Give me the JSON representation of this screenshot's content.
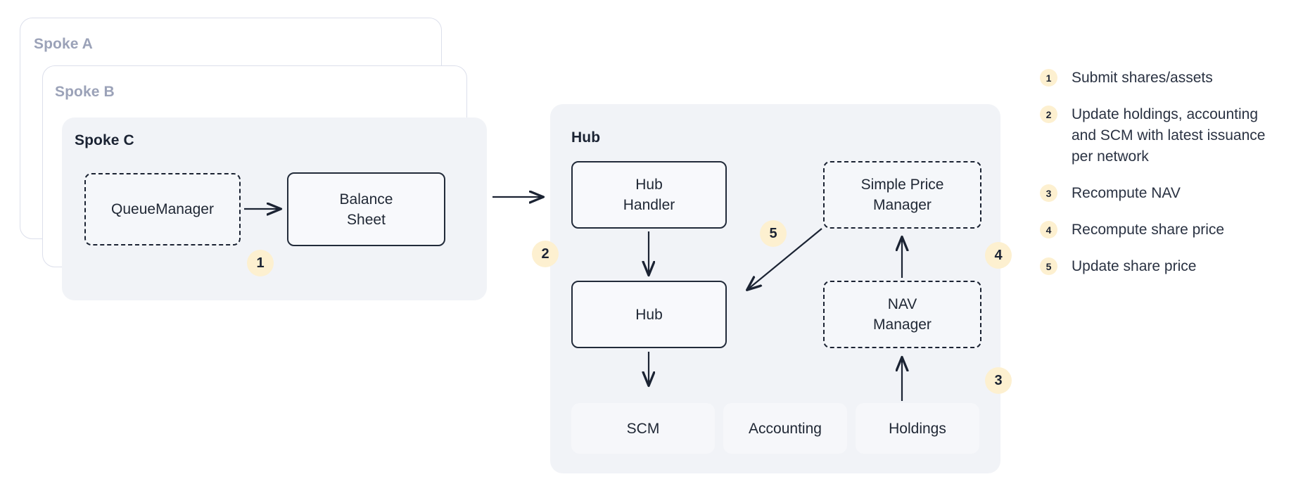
{
  "spokes": {
    "background_cards": [
      {
        "label": "Spoke A"
      },
      {
        "label": "Spoke B"
      }
    ],
    "active_card": {
      "label": "Spoke C",
      "nodes": [
        {
          "id": "queue-manager",
          "label": "QueueManager",
          "style": "dashed"
        },
        {
          "id": "balance-sheet",
          "label": "Balance\nSheet",
          "line1": "Balance",
          "line2": "Sheet",
          "style": "solid"
        }
      ],
      "badge": "1"
    }
  },
  "hub": {
    "label": "Hub",
    "nodes": [
      {
        "id": "hub-handler",
        "line1": "Hub",
        "line2": "Handler",
        "style": "solid"
      },
      {
        "id": "hub",
        "line1": "Hub",
        "line2": "",
        "style": "solid"
      },
      {
        "id": "simple-price-manager",
        "line1": "Simple Price",
        "line2": "Manager",
        "style": "dashed"
      },
      {
        "id": "nav-manager",
        "line1": "NAV",
        "line2": "Manager",
        "style": "dashed"
      },
      {
        "id": "scm",
        "line1": "SCM",
        "line2": "",
        "style": "plain"
      },
      {
        "id": "accounting",
        "line1": "Accounting",
        "line2": "",
        "style": "plain"
      },
      {
        "id": "holdings",
        "line1": "Holdings",
        "line2": "",
        "style": "plain"
      }
    ],
    "badges": [
      {
        "num": "2"
      },
      {
        "num": "5"
      },
      {
        "num": "4"
      },
      {
        "num": "3"
      }
    ]
  },
  "legend": {
    "items": [
      {
        "num": "1",
        "text": "Submit shares/assets"
      },
      {
        "num": "2",
        "text": "Update holdings, accounting and SCM with latest issuance per network"
      },
      {
        "num": "3",
        "text": "Recompute NAV"
      },
      {
        "num": "4",
        "text": "Recompute share price"
      },
      {
        "num": "5",
        "text": "Update share price"
      }
    ]
  },
  "colors": {
    "badge_bg": "#fdf0d0",
    "panel_bg": "#f1f3f7",
    "node_border": "#222b3a",
    "muted_label": "#9ba2b8",
    "card_border": "#dcdfeb"
  }
}
